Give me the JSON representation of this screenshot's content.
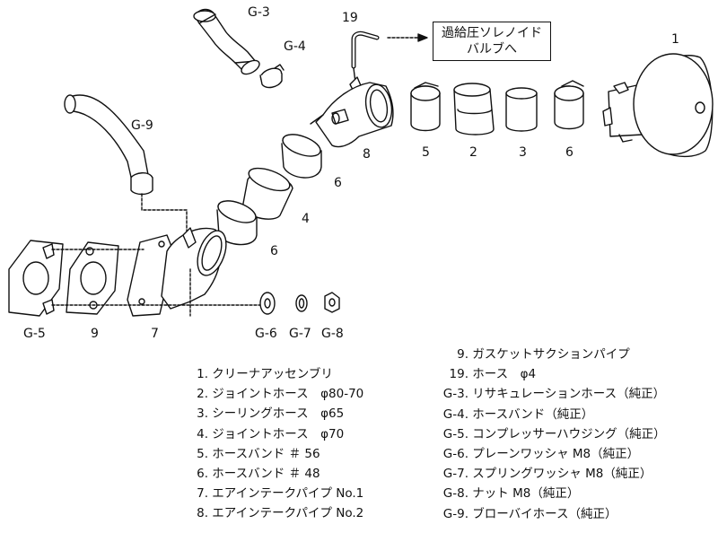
{
  "callout": {
    "number": "19",
    "line1": "過給圧ソレノイド",
    "line2": "バルブへ"
  },
  "part_labels": {
    "g3": "G-3",
    "g4": "G-4",
    "g9": "G-9",
    "p1": "1",
    "p8": "8",
    "p5": "5",
    "p2": "2",
    "p3": "3",
    "p6a": "6",
    "p6b": "6",
    "p4": "4",
    "p6c": "6",
    "g5": "G-5",
    "p9": "9",
    "p7": "7",
    "g6": "G-6",
    "g7": "G-7",
    "g8": "G-8"
  },
  "legend_left": [
    {
      "num": "1.",
      "text": "クリーナアッセンブリ"
    },
    {
      "num": "2.",
      "text": "ジョイントホース　φ80-70"
    },
    {
      "num": "3.",
      "text": "シーリングホース　φ65"
    },
    {
      "num": "4.",
      "text": "ジョイントホース　φ70"
    },
    {
      "num": "5.",
      "text": "ホースバンド ＃ 56"
    },
    {
      "num": "6.",
      "text": "ホースバンド ＃ 48"
    },
    {
      "num": "7.",
      "text": "エアインテークパイプ No.1"
    },
    {
      "num": "8.",
      "text": "エアインテークパイプ No.2"
    }
  ],
  "legend_right": [
    {
      "num": "9.",
      "text": "ガスケットサクションパイプ"
    },
    {
      "num": "19.",
      "text": "ホース　φ4"
    },
    {
      "num": "G-3.",
      "text": "リサキュレーションホース（純正）"
    },
    {
      "num": "G-4.",
      "text": "ホースバンド（純正）"
    },
    {
      "num": "G-5.",
      "text": "コンプレッサーハウジング（純正）"
    },
    {
      "num": "G-6.",
      "text": "プレーンワッシャ M8（純正）"
    },
    {
      "num": "G-7.",
      "text": "スプリングワッシャ M8（純正）"
    },
    {
      "num": "G-8.",
      "text": "ナット M8（純正）"
    },
    {
      "num": "G-9.",
      "text": "ブローバイホース（純正）"
    }
  ]
}
